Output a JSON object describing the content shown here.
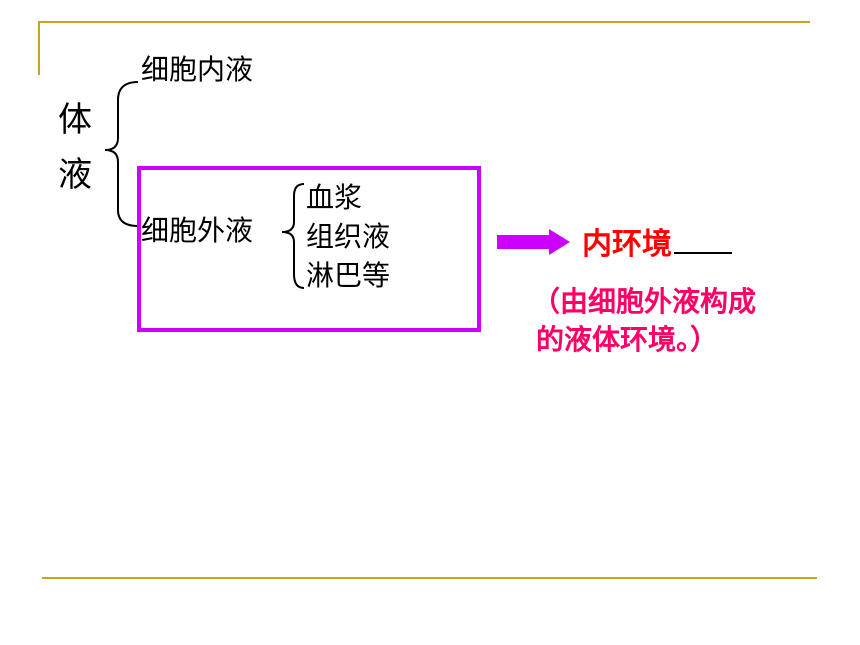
{
  "diagram": {
    "body_fluid_label": [
      "体",
      "液"
    ],
    "intracellular": "细胞内液",
    "extracellular": "细胞外液",
    "components": [
      "血浆",
      "组织液",
      "淋巴等"
    ],
    "internal_environment": "内环境",
    "note_line1": "（由细胞外液构成",
    "note_line2": "的液体环境。）"
  },
  "colors": {
    "accent_line": "#c9a227",
    "box": "#cc00ff",
    "arrow": "#cc00ff",
    "title_red": "#ff0000",
    "note_pink": "#ff0066"
  }
}
